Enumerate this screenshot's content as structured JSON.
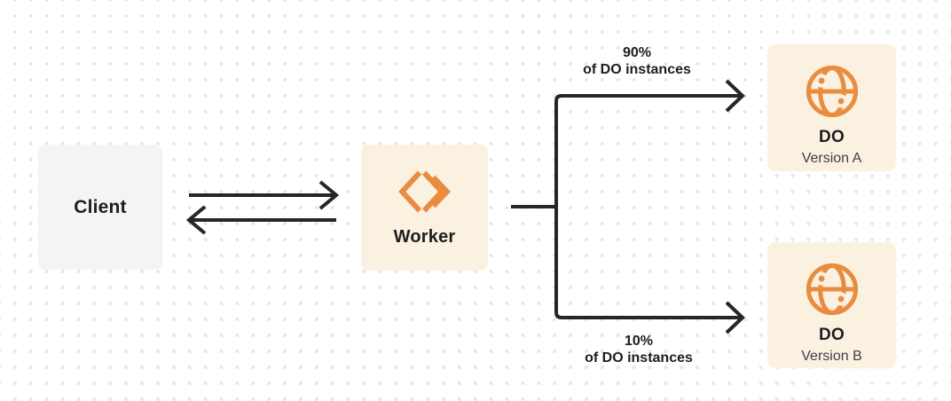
{
  "diagram": {
    "description": "Worker routing traffic between two Durable Object versions",
    "nodes": {
      "client": {
        "label": "Client"
      },
      "worker": {
        "label": "Worker",
        "icon": "workers-angle-brackets-icon"
      },
      "do_version_a": {
        "title": "DO",
        "subtitle": "Version A",
        "icon": "globe-icon"
      },
      "do_version_b": {
        "title": "DO",
        "subtitle": "Version B",
        "icon": "globe-icon"
      }
    },
    "edges": {
      "client_to_worker": {
        "type": "arrow-right"
      },
      "worker_to_client": {
        "type": "arrow-left"
      },
      "split_top": {
        "target": "do_version_a",
        "label_line1": "90%",
        "label_line2": "of DO instances"
      },
      "split_bottom": {
        "target": "do_version_b",
        "label_line1": "10%",
        "label_line2": "of DO instances"
      }
    }
  },
  "colors": {
    "accent_orange": "#EA8C40",
    "box_cream": "#FAF1E1",
    "box_gray": "#F4F4F5",
    "line_dark": "#262626",
    "text_dark": "#1D1D20",
    "text_secondary": "#3F3F46",
    "dot_color": "#E7E7EA",
    "canvas_bg": "#FFFFFF"
  }
}
